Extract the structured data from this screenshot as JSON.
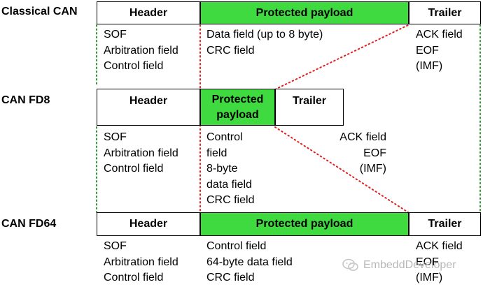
{
  "rows": [
    {
      "label": "Classical CAN",
      "header": "Header",
      "payload": "Protected payload",
      "trailer": "Trailer",
      "header_fields": [
        "SOF",
        "Arbitration field",
        "Control field"
      ],
      "payload_fields": [
        "Data field (up to 8 byte)",
        "CRC field"
      ],
      "trailer_fields": [
        "ACK field",
        "EOF",
        "(IMF)"
      ]
    },
    {
      "label": "CAN FD8",
      "header": "Header",
      "payload": "Protected payload",
      "trailer": "Trailer",
      "header_fields": [
        "SOF",
        "Arbitration field",
        "Control field"
      ],
      "payload_fields": [
        "Control",
        "field",
        "8-byte",
        "data field",
        "CRC field"
      ],
      "trailer_fields": [
        "ACK field",
        "EOF",
        "(IMF)"
      ]
    },
    {
      "label": "CAN FD64",
      "header": "Header",
      "payload": "Protected payload",
      "trailer": "Trailer",
      "header_fields": [
        "SOF",
        "Arbitration field",
        "Control field"
      ],
      "payload_fields": [
        "Control field",
        "64-byte data field",
        "CRC field"
      ],
      "trailer_fields": [
        "ACK field",
        "EOF",
        "(IMF)"
      ]
    }
  ],
  "watermark": {
    "text": "EmbeddDeveloper",
    "icon": "wechat-icon"
  },
  "colors": {
    "payload_fill": "#3fda3f",
    "guide_line_color": "#e02020",
    "dotted_separator_color": "#2f9a2f",
    "border": "#000000"
  }
}
